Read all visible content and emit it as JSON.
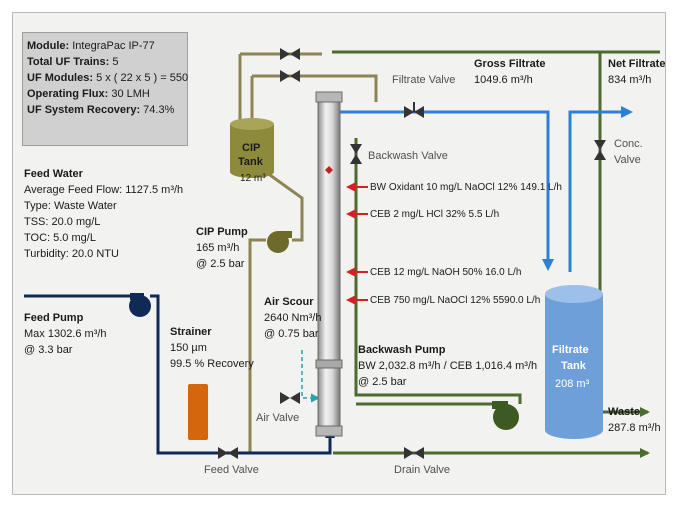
{
  "summary": {
    "module_label": "Module:",
    "module_value": "IntegraPac IP-77",
    "trains_label": "Total UF Trains:",
    "trains_value": "5",
    "modules_label": "UF Modules:",
    "modules_value": "5 x ( 22 x 5 ) =  550",
    "flux_label": "Operating Flux:",
    "flux_value": "30 LMH",
    "recovery_label": "UF System Recovery:",
    "recovery_value": "74.3%"
  },
  "feed_water": {
    "title": "Feed Water",
    "avg_flow": "Average Feed Flow: 1127.5 m³/h",
    "type": "Type: Waste Water",
    "tss": "TSS: 20.0 mg/L",
    "toc": "TOC:  5.0 mg/L",
    "turbidity": "Turbidity: 20.0 NTU"
  },
  "feed_pump": {
    "title": "Feed Pump",
    "flow": "Max 1302.6 m³/h",
    "pressure": "@ 3.3 bar"
  },
  "strainer": {
    "title": "Strainer",
    "size": "150 µm",
    "recovery": "99.5 % Recovery"
  },
  "cip_pump": {
    "title": "CIP Pump",
    "flow": "165 m³/h",
    "pressure": "@ 2.5 bar"
  },
  "cip_tank": {
    "title_line1": "CIP",
    "title_line2": "Tank",
    "volume": "12 m³"
  },
  "air_scour": {
    "title": "Air Scour",
    "flow": "2640 Nm³/h",
    "pressure": "@ 0.75 bar"
  },
  "backwash_pump": {
    "title": "Backwash Pump",
    "flow": "BW 2,032.8 m³/h / CEB 1,016.4 m³/h",
    "pressure": "@ 2.5 bar"
  },
  "filtrate_tank": {
    "title_line1": "Filtrate",
    "title_line2": "Tank",
    "volume": "208 m³"
  },
  "valves": {
    "filtrate": "Filtrate Valve",
    "backwash": "Backwash Valve",
    "conc_line1": "Conc.",
    "conc_line2": "Valve",
    "air": "Air Valve",
    "feed": "Feed Valve",
    "drain": "Drain Valve"
  },
  "gross_filtrate": {
    "title": "Gross Filtrate",
    "flow": "1049.6 m³/h"
  },
  "net_filtrate": {
    "title": "Net Filtrate",
    "flow": "834 m³/h"
  },
  "waste": {
    "title": "Waste",
    "flow": "287.8 m³/h"
  },
  "chemicals": [
    "BW Oxidant 10 mg/L NaOCl 12% 149.1 L/h",
    "CEB 2 mg/L HCl  32% 5.5 L/h",
    "CEB 12 mg/L NaOH  50% 16.0 L/h",
    "CEB 750 mg/L NaOCl 12% 5590.0 L/h"
  ],
  "colors": {
    "feed_line": "#0f2a55",
    "drain_line": "#4d6b2e",
    "cip_line": "#8c8455",
    "filtrate_line": "#2f7fd4",
    "chemical_arrow": "#d42020",
    "tank_olive": "#8d8a3c",
    "filtrate_tank": "#6f9fd8",
    "strainer": "#d4660d"
  }
}
